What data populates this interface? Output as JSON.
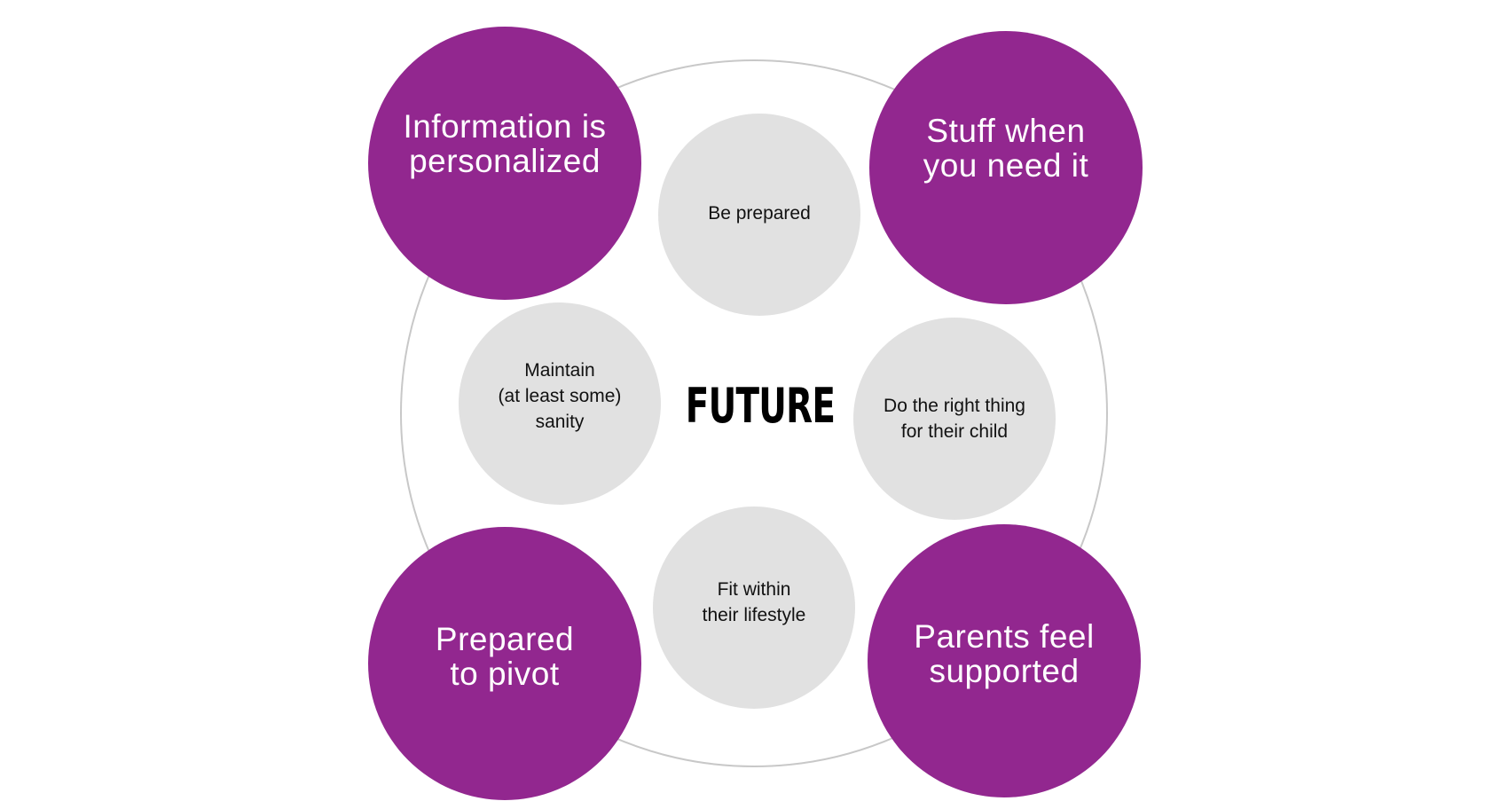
{
  "colors": {
    "primary_circle": "#92278f",
    "secondary_circle": "#e1e1e1",
    "ring_stroke": "#c8c8c8",
    "primary_text": "#ffffff",
    "secondary_text": "#111111"
  },
  "center": {
    "title": "FUTURE"
  },
  "primary": {
    "top_left": "Information is\npersonalized",
    "top_right": "Stuff when\nyou need it",
    "bottom_left": "Prepared\nto pivot",
    "bottom_right": "Parents feel\nsupported"
  },
  "secondary": {
    "top": "Be prepared",
    "left": "Maintain\n(at least some)\nsanity",
    "right": "Do the right thing\nfor their child",
    "bottom": "Fit within\ntheir lifestyle"
  }
}
